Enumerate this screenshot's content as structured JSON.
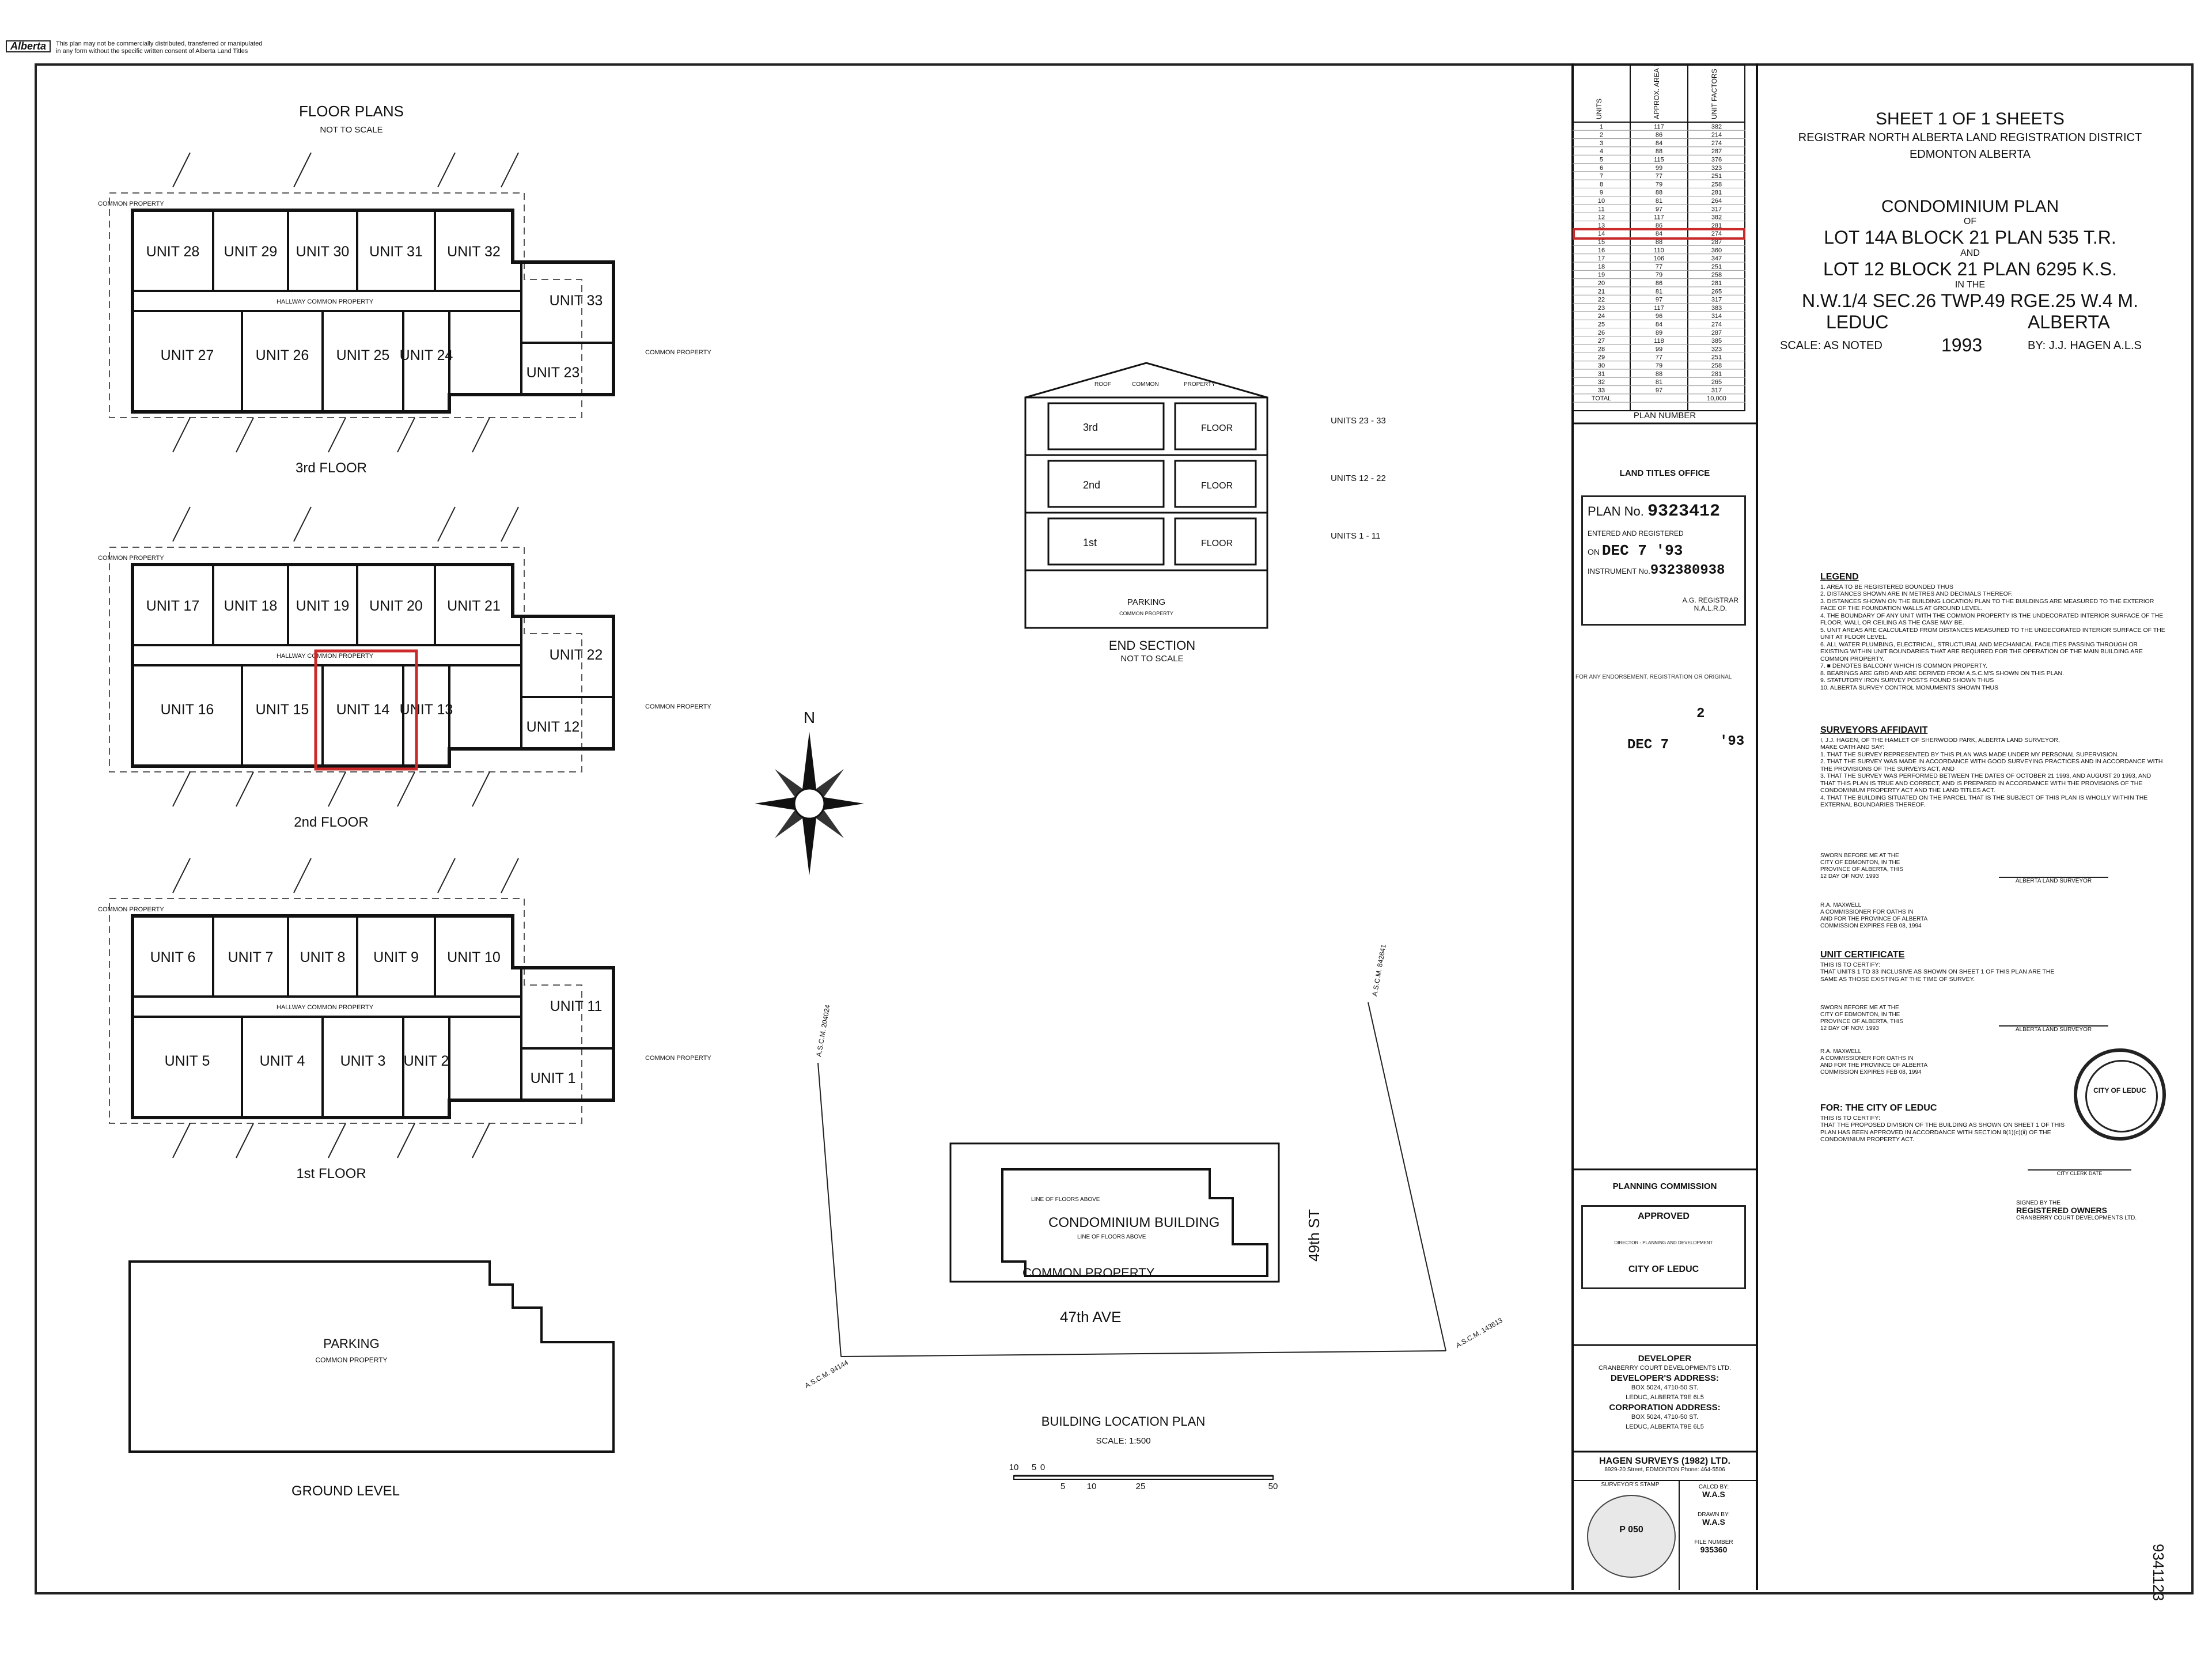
{
  "disclaimer": {
    "logo": "Alberta",
    "text1": "This plan may not be commercially distributed, transferred or manipulated",
    "text2": "in any form without the specific written consent of Alberta Land Titles"
  },
  "floor_plans": {
    "title": "FLOOR PLANS",
    "subtitle": "NOT TO SCALE",
    "common_property": "COMMON PROPERTY",
    "hallway": "HALLWAY COMMON PROPERTY",
    "floors": [
      {
        "name": "3rd FLOOR",
        "top": [
          "UNIT 28",
          "UNIT 29",
          "UNIT 30",
          "UNIT 31",
          "UNIT 32"
        ],
        "right": "UNIT 33",
        "bottom": [
          "UNIT 27",
          "UNIT 26",
          "UNIT 25",
          "UNIT 24",
          "UNIT 23"
        ]
      },
      {
        "name": "2nd FLOOR",
        "top": [
          "UNIT 17",
          "UNIT 18",
          "UNIT 19",
          "UNIT 20",
          "UNIT 21"
        ],
        "right": "UNIT 22",
        "bottom": [
          "UNIT 16",
          "UNIT 15",
          "UNIT 14",
          "UNIT 13",
          "UNIT 12"
        ]
      },
      {
        "name": "1st FLOOR",
        "top": [
          "UNIT 6",
          "UNIT 7",
          "UNIT 8",
          "UNIT 9",
          "UNIT 10"
        ],
        "right": "UNIT 11",
        "bottom": [
          "UNIT 5",
          "UNIT 4",
          "UNIT 3",
          "UNIT 2",
          "UNIT 1"
        ]
      }
    ],
    "highlight_color": "#cc2a2a"
  },
  "ground_level": {
    "parking": "PARKING",
    "common": "COMMON PROPERTY",
    "label": "GROUND LEVEL"
  },
  "end_section": {
    "roof": "ROOF",
    "common": "COMMON",
    "property": "PROPERTY",
    "floors": [
      {
        "name": "3rd",
        "floor": "FLOOR",
        "units": "UNITS 23 - 33"
      },
      {
        "name": "2nd",
        "floor": "FLOOR",
        "units": "UNITS 12 - 22"
      },
      {
        "name": "1st",
        "floor": "FLOOR",
        "units": "UNITS 1 - 11"
      }
    ],
    "parking": "PARKING",
    "parking_common": "COMMON PROPERTY",
    "title": "END SECTION",
    "subtitle": "NOT TO SCALE"
  },
  "north": "N",
  "location_plan": {
    "building": "CONDOMINIUM BUILDING",
    "common": "COMMON PROPERTY",
    "line_above": "LINE OF FLOORS ABOVE",
    "street_ave": "47th AVE",
    "street_st": "49th ST",
    "title": "BUILDING LOCATION PLAN",
    "scale": "SCALE: 1:500",
    "scale_ticks": [
      "10",
      "5",
      "0",
      "5",
      "10",
      "25",
      "50"
    ],
    "ascm": [
      "A.S.C.M. 204024",
      "A.S.C.M. 842641",
      "A.S.C.M. 94144",
      "A.S.C.M. 143613"
    ]
  },
  "unit_table": {
    "headers": [
      "UNITS",
      "APPROX. AREA IN SQUARE METRES",
      "UNIT FACTORS"
    ],
    "rows": [
      [
        "1",
        "117",
        "382"
      ],
      [
        "2",
        "86",
        "214"
      ],
      [
        "3",
        "84",
        "274"
      ],
      [
        "4",
        "88",
        "287"
      ],
      [
        "5",
        "115",
        "376"
      ],
      [
        "6",
        "99",
        "323"
      ],
      [
        "7",
        "77",
        "251"
      ],
      [
        "8",
        "79",
        "258"
      ],
      [
        "9",
        "88",
        "281"
      ],
      [
        "10",
        "81",
        "264"
      ],
      [
        "11",
        "97",
        "317"
      ],
      [
        "12",
        "117",
        "382"
      ],
      [
        "13",
        "86",
        "281"
      ],
      [
        "14",
        "84",
        "274"
      ],
      [
        "15",
        "88",
        "287"
      ],
      [
        "16",
        "110",
        "360"
      ],
      [
        "17",
        "106",
        "347"
      ],
      [
        "18",
        "77",
        "251"
      ],
      [
        "19",
        "79",
        "258"
      ],
      [
        "20",
        "86",
        "281"
      ],
      [
        "21",
        "81",
        "265"
      ],
      [
        "22",
        "97",
        "317"
      ],
      [
        "23",
        "117",
        "383"
      ],
      [
        "24",
        "96",
        "314"
      ],
      [
        "25",
        "84",
        "274"
      ],
      [
        "26",
        "89",
        "287"
      ],
      [
        "27",
        "118",
        "385"
      ],
      [
        "28",
        "99",
        "323"
      ],
      [
        "29",
        "77",
        "251"
      ],
      [
        "30",
        "79",
        "258"
      ],
      [
        "31",
        "88",
        "281"
      ],
      [
        "32",
        "81",
        "265"
      ],
      [
        "33",
        "97",
        "317"
      ]
    ],
    "total": [
      "TOTAL",
      "",
      "10,000"
    ],
    "highlight_row": 13,
    "plan_number_label": "PLAN NUMBER"
  },
  "land_titles": {
    "heading": "LAND TITLES OFFICE",
    "plan_no_label": "PLAN No.",
    "plan_no": "9323412",
    "entered": "ENTERED AND REGISTERED",
    "on": "ON",
    "date": "DEC 7 '93",
    "instrument_label": "INSTRUMENT No.",
    "instrument_no": "932380938",
    "registrar": "A.G. REGISTRAR",
    "registrar_sub": "N.A.L.R.D."
  },
  "stamp2": {
    "line1": "FOR ANY ENDORSEMENT, REGISTRATION OR ORIGINAL",
    "num": "2",
    "date": "DEC 7",
    "year": "'93"
  },
  "planning": {
    "heading": "PLANNING COMMISSION",
    "approved": "APPROVED",
    "director": "DIRECTOR - PLANNING AND DEVELOPMENT",
    "city": "CITY OF LEDUC"
  },
  "title_block": {
    "sheet": "SHEET 1 OF 1 SHEETS",
    "registrar": "REGISTRAR NORTH ALBERTA LAND REGISTRATION DISTRICT",
    "city": "EDMONTON ALBERTA",
    "plan_type": "CONDOMINIUM PLAN",
    "of": "OF",
    "lot1": "LOT 14A BLOCK 21 PLAN 535 T.R.",
    "and": "AND",
    "lot2": "LOT 12 BLOCK 21 PLAN 6295 K.S.",
    "in_the": "IN THE",
    "location": "N.W.1/4 SEC.26 TWP.49 RGE.25 W.4 M.",
    "leduc": "LEDUC",
    "alberta": "ALBERTA",
    "scale": "SCALE: AS NOTED",
    "year": "1993",
    "by": "BY: J.J. HAGEN A.L.S"
  },
  "legend": {
    "heading": "LEGEND",
    "items": [
      "1. AREA TO BE REGISTERED BOUNDED THUS",
      "2. DISTANCES SHOWN ARE IN METRES AND DECIMALS THEREOF.",
      "3. DISTANCES SHOWN ON THE BUILDING LOCATION PLAN TO THE BUILDINGS ARE MEASURED TO THE EXTERIOR FACE OF THE FOUNDATION WALLS AT GROUND LEVEL.",
      "4. THE BOUNDARY OF ANY UNIT WITH THE COMMON PROPERTY IS THE UNDECORATED INTERIOR SURFACE OF THE FLOOR, WALL OR CEILING AS THE CASE MAY BE.",
      "5. UNIT AREAS ARE CALCULATED FROM DISTANCES MEASURED TO THE UNDECORATED INTERIOR SURFACE OF THE UNIT AT FLOOR LEVEL.",
      "6. ALL WATER PLUMBING, ELECTRICAL, STRUCTURAL AND MECHANICAL FACILITIES PASSING THROUGH OR EXISTING WITHIN UNIT BOUNDARIES THAT ARE REQUIRED FOR THE OPERATION OF THE MAIN BUILDING ARE COMMON PROPERTY.",
      "7. ■ DENOTES BALCONY WHICH IS COMMON PROPERTY.",
      "8. BEARINGS ARE GRID AND ARE DERIVED FROM A.S.C.M'S SHOWN ON THIS PLAN.",
      "9. STATUTORY IRON SURVEY POSTS FOUND SHOWN THUS",
      "10. ALBERTA SURVEY CONTROL MONUMENTS SHOWN THUS"
    ]
  },
  "affidavit": {
    "heading": "SURVEYORS AFFIDAVIT",
    "text": [
      "I, J.J. HAGEN, OF THE HAMLET OF SHERWOOD PARK, ALBERTA LAND SURVEYOR,",
      "MAKE OATH AND SAY:",
      "1. THAT THE SURVEY REPRESENTED BY THIS PLAN WAS MADE UNDER MY PERSONAL SUPERVISION.",
      "2. THAT THE SURVEY WAS MADE IN ACCORDANCE WITH GOOD SURVEYING PRACTICES AND IN ACCORDANCE WITH THE PROVISIONS OF THE SURVEYS ACT, AND",
      "3. THAT THE SURVEY WAS PERFORMED BETWEEN THE DATES OF OCTOBER 21 1993, AND AUGUST 20 1993, AND THAT THIS PLAN IS TRUE AND CORRECT, AND IS PREPARED IN ACCORDANCE WITH THE PROVISIONS OF THE CONDOMINIUM PROPERTY ACT AND THE LAND TITLES ACT.",
      "4. THAT THE BUILDING SITUATED ON THE PARCEL THAT IS THE SUBJECT OF THIS PLAN IS WHOLLY WITHIN THE EXTERNAL BOUNDARIES THEREOF."
    ],
    "sworn": [
      "SWORN BEFORE ME AT THE",
      "CITY OF EDMONTON, IN THE",
      "PROVINCE OF ALBERTA, THIS",
      "12 DAY OF NOV. 1993"
    ],
    "surveyor_label": "ALBERTA LAND SURVEYOR",
    "commissioner": [
      "R.A. MAXWELL",
      "A COMMISSIONER FOR OATHS IN",
      "AND FOR THE PROVINCE OF ALBERTA",
      "COMMISSION EXPIRES FEB 08, 1994"
    ]
  },
  "unit_certificate": {
    "heading": "UNIT CERTIFICATE",
    "text": [
      "THIS IS TO CERTIFY:",
      "THAT UNITS 1 TO 33 INCLUSIVE AS SHOWN ON SHEET 1 OF THIS PLAN ARE THE",
      "SAME AS THOSE EXISTING AT THE TIME OF SURVEY."
    ],
    "sworn": [
      "SWORN BEFORE ME AT THE",
      "CITY OF EDMONTON, IN THE",
      "PROVINCE OF ALBERTA, THIS",
      "12 DAY OF NOV. 1993"
    ],
    "surveyor_label": "ALBERTA LAND SURVEYOR",
    "commissioner": [
      "R.A. MAXWELL",
      "A COMMISSIONER FOR OATHS IN",
      "AND FOR THE PROVINCE OF ALBERTA",
      "COMMISSION EXPIRES FEB 08, 1994"
    ]
  },
  "city_cert": {
    "heading": "FOR: THE CITY OF LEDUC",
    "text": [
      "THIS IS TO CERTIFY:",
      "THAT THE PROPOSED DIVISION OF THE BUILDING AS SHOWN ON SHEET 1 OF THIS",
      "PLAN HAS BEEN APPROVED IN ACCORDANCE WITH SECTION 8(1)(c)(ii) OF THE",
      "CONDOMINIUM PROPERTY ACT."
    ],
    "clerk": "CITY CLERK   DATE",
    "seal": "CITY OF LEDUC"
  },
  "owners": {
    "signed": "SIGNED BY THE",
    "heading": "REGISTERED OWNERS",
    "name": "CRANBERRY COURT DEVELOPMENTS LTD."
  },
  "developer": {
    "heading": "DEVELOPER",
    "name": "CRANBERRY COURT DEVELOPMENTS LTD.",
    "dev_addr_heading": "DEVELOPER'S ADDRESS:",
    "dev_addr": [
      "BOX 5024, 4710-50 ST.",
      "LEDUC, ALBERTA T9E 6L5"
    ],
    "corp_heading": "CORPORATION ADDRESS:",
    "corp_addr": [
      "BOX 5024, 4710-50 ST.",
      "LEDUC, ALBERTA T9E 6L5"
    ]
  },
  "surveyor": {
    "firm": "HAGEN SURVEYS (1982) LTD.",
    "address": "8929-20 Street, EDMONTON  Phone: 464-5506",
    "stamp_label": "SURVEYOR'S STAMP",
    "stamp_text": "P 050",
    "calced": "CALCD BY:",
    "calced_val": "W.A.S",
    "drawn": "DRAWN BY:",
    "drawn_val": "W.A.S",
    "file": "FILE NUMBER",
    "file_val": "935360"
  },
  "margin_note": "9341123"
}
